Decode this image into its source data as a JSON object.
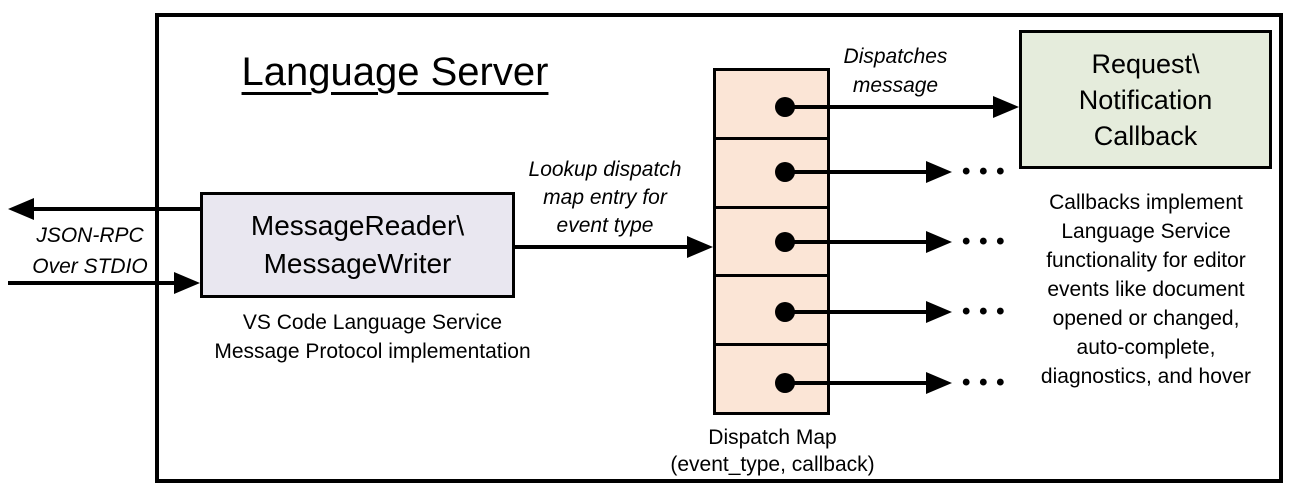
{
  "colors": {
    "reader_box_fill": "#E9E7F0",
    "dispatch_map_fill": "#FBE5D6",
    "callback_box_fill": "#E5ECDC",
    "line": "#000000"
  },
  "diagram": {
    "title": "Language Server",
    "stdio_label": "JSON-RPC\nOver STDIO",
    "reader_box_label": "MessageReader\\\nMessageWriter",
    "reader_caption": "VS Code Language Service\nMessage Protocol implementation",
    "lookup_label": "Lookup dispatch\nmap entry for\nevent type",
    "dispatches_label": "Dispatches\nmessage",
    "callback_box_label": "Request\\\nNotification\nCallback",
    "callback_caption": "Callbacks implement\nLanguage Service\nfunctionality for editor\nevents like document\nopened or changed,\nauto-complete,\ndiagnostics, and hover",
    "dispatch_map_caption": "Dispatch Map\n(event_type, callback)",
    "dispatch_map_rows": 5,
    "ellipsis": "• • •"
  }
}
